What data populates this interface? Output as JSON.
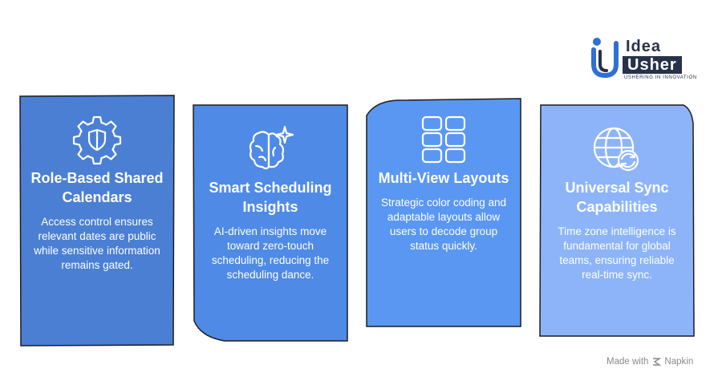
{
  "logo": {
    "line1": "Idea",
    "line2": "Usher",
    "tagline": "USHERING IN INNOVATION"
  },
  "cards": [
    {
      "title": "Role-Based Shared Calendars",
      "description": "Access control ensures relevant dates are public while sensitive information remains gated.",
      "icon": "shield-gear-icon",
      "color": "#4a7fd4"
    },
    {
      "title": "Smart Scheduling Insights",
      "description": "AI-driven insights move toward zero-touch scheduling, reducing the scheduling dance.",
      "icon": "brain-sparkle-icon",
      "color": "#4f8ae6"
    },
    {
      "title": "Multi-View Layouts",
      "description": "Strategic color coding and adaptable layouts allow users to decode group status quickly.",
      "icon": "grid-layout-icon",
      "color": "#5a97f3"
    },
    {
      "title": "Universal Sync Capabilities",
      "description": "Time zone intelligence is fundamental for global teams, ensuring reliable real-time sync.",
      "icon": "globe-sync-icon",
      "color": "#8db4f9"
    }
  ],
  "footer": {
    "made_with": "Made with",
    "brand": "Napkin"
  }
}
